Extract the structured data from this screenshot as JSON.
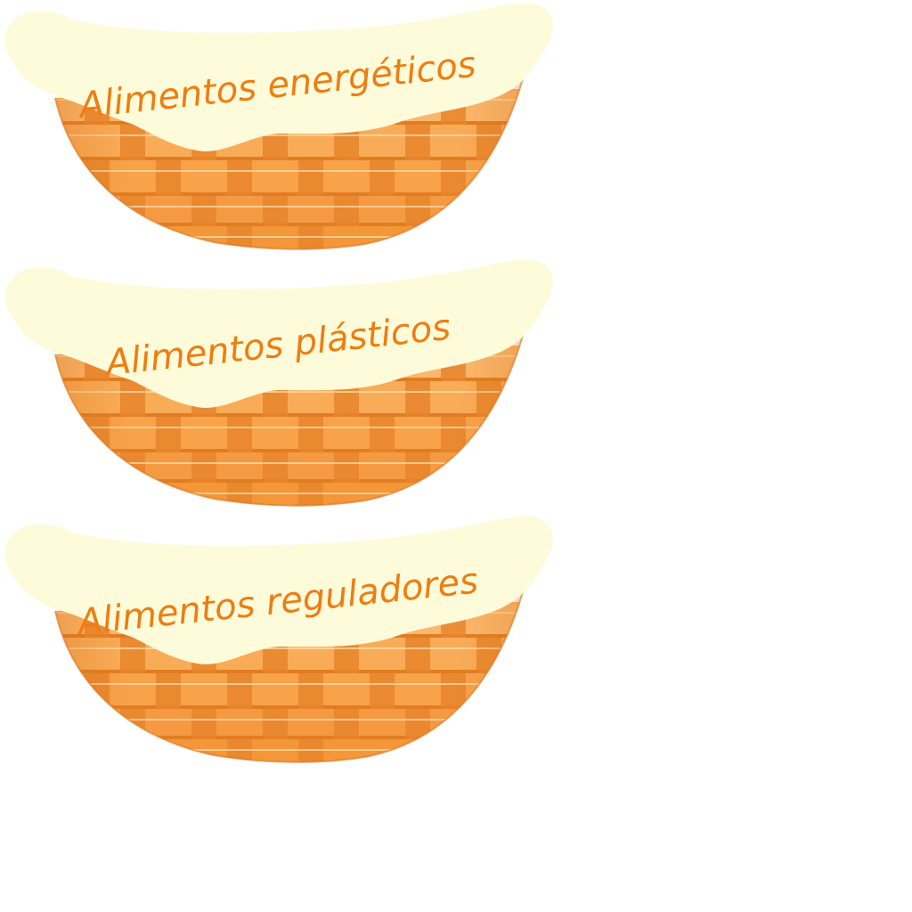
{
  "baskets": [
    {
      "label": "Alimentos energéticos"
    },
    {
      "label": "Alimentos plásticos"
    },
    {
      "label": "Alimentos reguladores"
    }
  ],
  "colors": {
    "cloth": "#fdfbd9",
    "label_text": "#ee7d12",
    "weave_light": "#fcc27c",
    "weave_mid": "#f8a24a",
    "weave_dark": "#e9852a",
    "weave_line": "#d8731c"
  }
}
